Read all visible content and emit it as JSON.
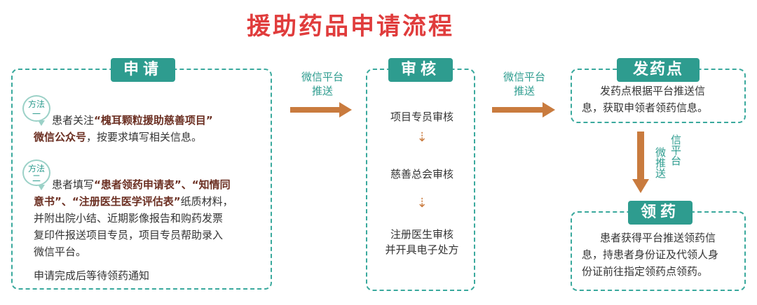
{
  "title": "援助药品申请流程",
  "apply": {
    "heading": "申请",
    "method1": {
      "badge_line1": "方法",
      "badge_line2": "一"
    },
    "text1_plain_a": "患者关注",
    "text1_bold_a": "“槐耳颗粒援助慈善项目”",
    "text1_bold_b": "微信公众号",
    "text1_plain_b": "，按要求填写相关信息。",
    "method2": {
      "badge_line1": "方法",
      "badge_line2": "二"
    },
    "text2_plain_a": "患者填写",
    "text2_bold_a": "“患者领药申请表”、“知情同",
    "text2_bold_b": "意书”、“注册医生医学评估表”",
    "text2_plain_b": "纸质材料，",
    "text2_line4": "并附出院小结、近期影像报告和购药发票",
    "text2_line5": "复印件报送项目专员，项目专员帮助录入",
    "text2_line6": "微信平台。",
    "footer": "申请完成后等待领药通知"
  },
  "arrow1_label": "微信平台\n推送",
  "review": {
    "heading": "审核",
    "steps": [
      "项目专员审核",
      "慈善总会审核",
      "注册医生审核\n并开具电子处方"
    ]
  },
  "arrow2_label": "微信平台\n推送",
  "dispense": {
    "heading": "发药点",
    "text_line1": "发药点根据平台推送信",
    "text_line2": "息，获取申领者领药信息。"
  },
  "arrow3_label_col1": "微推送",
  "arrow3_label_col2": "信平台",
  "pickup": {
    "heading": "领药",
    "text_line1": "患者获得平台推送领药信",
    "text_line2": "息，持患者身份证及代领人身",
    "text_line3": "份证前往指定领药点领药。"
  },
  "colors": {
    "teal": "#2e9c8f",
    "red": "#e03c3c",
    "arrow": "#c97b3e",
    "bold_text": "#6b2f22"
  }
}
